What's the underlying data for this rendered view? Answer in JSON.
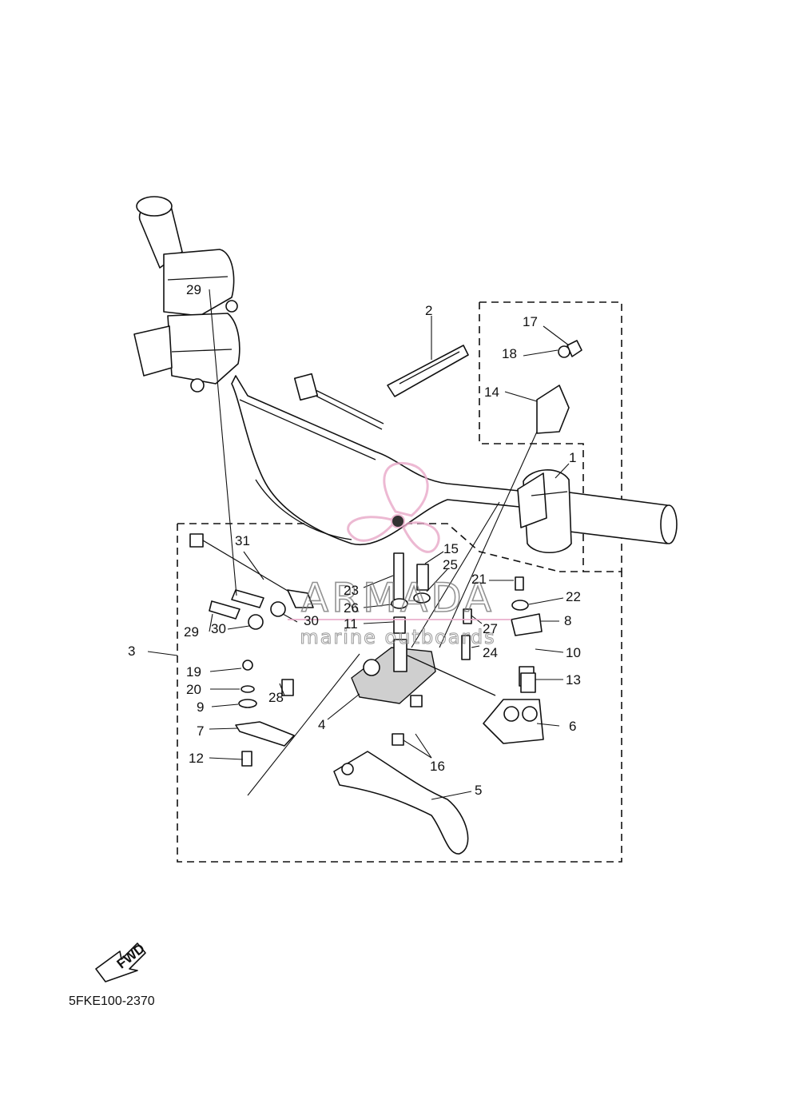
{
  "diagram": {
    "code": "5FKE100-2370",
    "fwd_label": "FWD",
    "callouts": [
      {
        "id": "c1",
        "label": "1"
      },
      {
        "id": "c2",
        "label": "2"
      },
      {
        "id": "c3",
        "label": "3"
      },
      {
        "id": "c4",
        "label": "4"
      },
      {
        "id": "c5",
        "label": "5"
      },
      {
        "id": "c6",
        "label": "6"
      },
      {
        "id": "c7",
        "label": "7"
      },
      {
        "id": "c8",
        "label": "8"
      },
      {
        "id": "c9",
        "label": "9"
      },
      {
        "id": "c10",
        "label": "10"
      },
      {
        "id": "c11",
        "label": "11"
      },
      {
        "id": "c12",
        "label": "12"
      },
      {
        "id": "c13",
        "label": "13"
      },
      {
        "id": "c14",
        "label": "14"
      },
      {
        "id": "c15",
        "label": "15"
      },
      {
        "id": "c16",
        "label": "16"
      },
      {
        "id": "c17",
        "label": "17"
      },
      {
        "id": "c18",
        "label": "18"
      },
      {
        "id": "c19",
        "label": "19"
      },
      {
        "id": "c20",
        "label": "20"
      },
      {
        "id": "c21",
        "label": "21"
      },
      {
        "id": "c22",
        "label": "22"
      },
      {
        "id": "c23",
        "label": "23"
      },
      {
        "id": "c24",
        "label": "24"
      },
      {
        "id": "c25",
        "label": "25"
      },
      {
        "id": "c26",
        "label": "26"
      },
      {
        "id": "c27",
        "label": "27"
      },
      {
        "id": "c28",
        "label": "28"
      },
      {
        "id": "c29a",
        "label": "29"
      },
      {
        "id": "c29b",
        "label": "29"
      },
      {
        "id": "c30a",
        "label": "30"
      },
      {
        "id": "c30b",
        "label": "30"
      },
      {
        "id": "c31",
        "label": "31"
      }
    ]
  },
  "watermark": {
    "brand": "ARMADA",
    "tagline": "marine outboards",
    "color": "#e8a8c8"
  }
}
